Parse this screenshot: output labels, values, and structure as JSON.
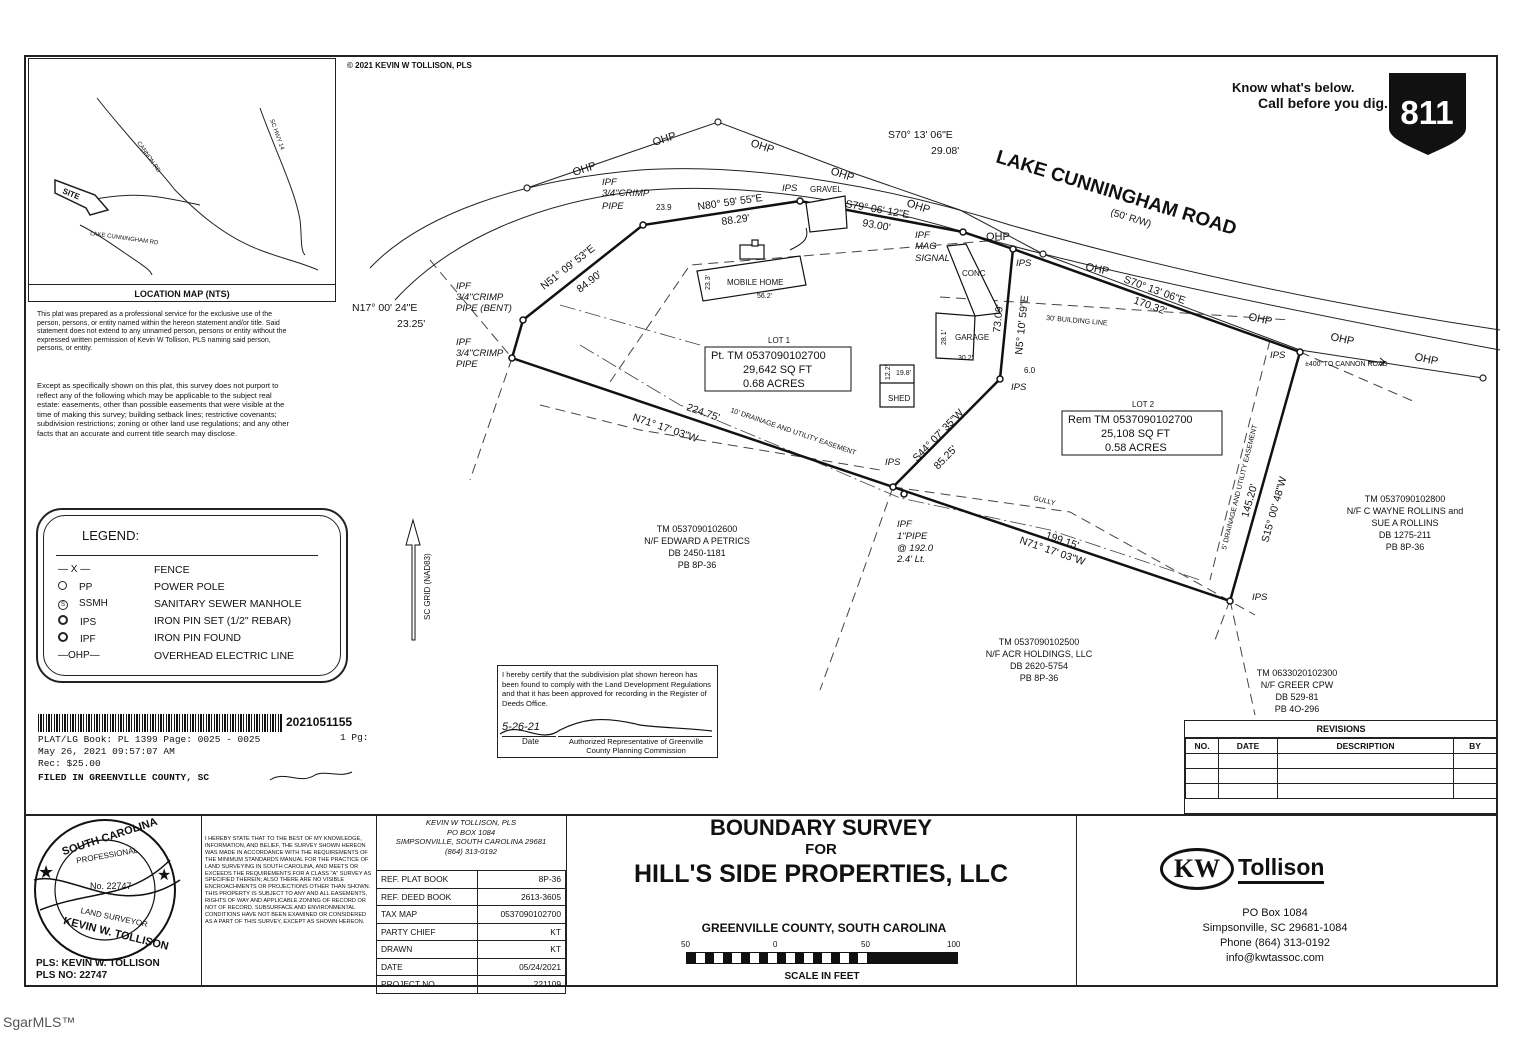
{
  "copyright": "© 2021 KEVIN W TOLLISON, PLS",
  "road": {
    "name": "LAKE CUNNINGHAM ROAD",
    "row": "(50' R/W)"
  },
  "call811": {
    "line1": "Know what's below.",
    "line2": "Call before you dig.",
    "number": "811"
  },
  "location_map": {
    "title": "LOCATION MAP (NTS)",
    "site": "SITE",
    "road1": "CANNON RD",
    "road2": "SC HWY 14",
    "road3": "LAKE CUNNINGHAM RD"
  },
  "disclaimer1": "This plat was prepared as a professional service for the exclusive use of the person, persons, or entity named within the hereon statement and/or title. Said statement does not extend to any unnamed person, persons or entity without the expressed written permission of Kevin W Tollison, PLS naming said person, persons, or entity.",
  "disclaimer2": "Except as specifically shown on this plat, this survey does not purport to reflect any of the following which may be applicable to the subject real estate: easements, other than possible easements that were visible at the time of making this survey; building setback lines; restrictive covenants; subdivision restrictions; zoning or other land use regulations; and any other facts that an accurate and current title search may disclose.",
  "legend": {
    "title": "LEGEND:",
    "items": [
      {
        "symbol": "— X —",
        "label": "FENCE"
      },
      {
        "symbol": "PP",
        "label": "POWER POLE"
      },
      {
        "symbol": "SSMH",
        "label": "SANITARY SEWER MANHOLE"
      },
      {
        "symbol": "IPS",
        "label": "IRON PIN SET (1/2\" REBAR)"
      },
      {
        "symbol": "IPF",
        "label": "IRON PIN FOUND"
      },
      {
        "symbol": "—OHP—",
        "label": "OVERHEAD ELECTRIC LINE"
      }
    ]
  },
  "grid_label": "SC GRID (NAD83)",
  "recording": {
    "doc_no": "2021051155",
    "line1": "PLAT/LG   Book: PL 1399 Page: 0025 - 0025",
    "pages": "1 Pg:",
    "line2": "May 26, 2021  09:57:07 AM",
    "line3": "Rec: $25.00",
    "line4": "FILED IN GREENVILLE COUNTY, SC"
  },
  "plat": {
    "ohp": "OHP",
    "gravel": "GRAVEL",
    "conc": "CONC",
    "mobile_home": "MOBILE HOME",
    "mh_w": "56.2'",
    "mh_h": "23.3'",
    "garage": "GARAGE",
    "gar_w": "30.2'",
    "gar_h": "28.1'",
    "shed": "SHED",
    "shed_w": "19.8'",
    "shed_h": "12.2'",
    "dim239": "23.9",
    "dim60": "6.0",
    "ips": "IPS",
    "ipf": "IPF",
    "pipe1": "3/4\"CRIMP",
    "pipe1b": "PIPE",
    "pipe2": "3/4\"CRIMP",
    "pipe2b": "PIPE (BENT)",
    "pipe3": "3/4\"CRIMP",
    "pipe3b": "PIPE",
    "mag1": "MAG",
    "mag2": "SIGNAL",
    "ipf_pipe": "1\"PIPE",
    "ipf_pipe2": "@ 192.0",
    "ipf_pipe3": "2.4' Lt.",
    "b1": "N17° 00' 24\"E",
    "b1d": "23.25'",
    "b2": "N51° 09' 53\"E",
    "b2d": "84.90'",
    "b3": "N80° 59' 55\"E",
    "b3d": "88.29'",
    "b4": "S79° 06' 12\"E",
    "b4d": "93.00'",
    "b5": "S70° 13' 06\"E",
    "b5d": "29.08'",
    "b6": "S70° 13' 06\"E",
    "b6d": "170.32'",
    "b7": "S15° 00' 48\"W",
    "b7d": "145.20'",
    "b8": "N71° 17' 03\"W",
    "b8d": "199.15'",
    "b9": "N71° 17' 03\"W",
    "b9d": "224.75'",
    "b10": "S44° 07' 35\"W",
    "b10d": "85.25'",
    "b11": "N5° 10' 59\"E",
    "b11d": "73.09'",
    "setback": "30' BUILDING LINE",
    "drain1": "10' DRAINAGE AND UTILITY EASEMENT",
    "drain2": "5' DRAINAGE AND UTILITY EASEMENT",
    "gully": "GULLY",
    "to_cannon": "±400' TO CANNON ROAD"
  },
  "lot1": {
    "label": "LOT 1",
    "tm": "Pt. TM 0537090102700",
    "sqft": "29,642 SQ FT",
    "acres": "0.68 ACRES"
  },
  "lot2": {
    "label": "LOT 2",
    "tm": "Rem TM 0537090102700",
    "sqft": "25,108 SQ FT",
    "acres": "0.58 ACRES"
  },
  "adjoiners": [
    {
      "l1": "TM 0537090102600",
      "l2": "N/F EDWARD A PETRICS",
      "l3": "DB 2450-1181",
      "l4": "PB 8P-36"
    },
    {
      "l1": "TM 0537090102800",
      "l2": "N/F C WAYNE ROLLINS and",
      "l3": "SUE A ROLLINS",
      "l4": "DB 1275-211",
      "l5": "PB 8P-36"
    },
    {
      "l1": "TM 0537090102500",
      "l2": "N/F ACR HOLDINGS, LLC",
      "l3": "DB 2620-5754",
      "l4": "PB 8P-36"
    },
    {
      "l1": "TM 0633020102300",
      "l2": "N/F GREER CPW",
      "l3": "DB 529-81",
      "l4": "PB 4O-296"
    }
  ],
  "certification": {
    "text": "I hereby certify that the subdivision plat shown hereon has been found to comply with the Land Development Regulations and that it has been approved for recording in the Register of Deeds Office.",
    "date_written": "5-26-21",
    "date_label": "Date",
    "signer": "Authorized Representative of Greenville County Planning Commission"
  },
  "revisions": {
    "title": "REVISIONS",
    "headers": [
      "NO.",
      "DATE",
      "DESCRIPTION",
      "BY"
    ]
  },
  "seal": {
    "state": "SOUTH CAROLINA",
    "professional": "PROFESSIONAL",
    "no": "No. 22747",
    "land": "LAND SURVEYOR",
    "name": "KEVIN W. TOLLISON"
  },
  "pls": {
    "name": "PLS:  KEVIN W. TOLLISON",
    "no": "PLS NO:  22747"
  },
  "statement": "I HEREBY STATE THAT TO THE BEST OF MY KNOWLEDGE, INFORMATION, AND BELIEF, THE SURVEY SHOWN HEREON WAS MADE IN ACCORDANCE WITH THE REQUIREMENTS OF THE MINIMUM STANDARDS MANUAL FOR THE PRACTICE OF LAND SURVEYING IN SOUTH CAROLINA, AND MEETS OR EXCEEDS THE REQUIREMENTS FOR A CLASS \"A\" SURVEY AS SPECIFIED THEREIN; ALSO THERE ARE NO VISIBLE ENCROACHMENTS OR PROJECTIONS OTHER THAN SHOWN. THIS PROPERTY IS SUBJECT TO ANY AND ALL EASEMENTS, RIGHTS OF WAY AND APPLICABLE ZONING OF RECORD OR NOT OF RECORD. SUBSURFACE AND ENVIRONMENTAL CONDITIONS HAVE NOT BEEN EXAMINED OR CONSIDERED AS A PART OF THIS SURVEY, EXCEPT AS SHOWN HEREON.",
  "surveyor_address": {
    "l1": "KEVIN W TOLLISON, PLS",
    "l2": "PO BOX 1084",
    "l3": "SIMPSONVILLE, SOUTH CAROLINA 29681",
    "l4": "(864) 313-0192"
  },
  "info_rows": [
    {
      "k": "REF. PLAT BOOK",
      "v": "8P-36"
    },
    {
      "k": "REF. DEED BOOK",
      "v": "2613-3605"
    },
    {
      "k": "TAX MAP",
      "v": "0537090102700"
    },
    {
      "k": "PARTY CHIEF",
      "v": "KT"
    },
    {
      "k": "DRAWN",
      "v": "KT"
    },
    {
      "k": "DATE",
      "v": "05/24/2021"
    },
    {
      "k": "PROJECT NO.",
      "v": "221109"
    }
  ],
  "title": {
    "l1": "BOUNDARY SURVEY",
    "l2": "FOR",
    "l3": "HILL'S SIDE PROPERTIES, LLC",
    "county": "GREENVILLE COUNTY, SOUTH CAROLINA"
  },
  "scale": {
    "t50a": "50",
    "t0": "0",
    "t50b": "50",
    "t100": "100",
    "label": "SCALE IN FEET"
  },
  "firm": {
    "logo": "KW",
    "name": "Tollison",
    "l1": "PO Box 1084",
    "l2": "Simpsonville, SC 29681-1084",
    "l3": "Phone (864) 313-0192",
    "l4": "info@kwtassoc.com"
  },
  "watermark": "SgarMLS™"
}
